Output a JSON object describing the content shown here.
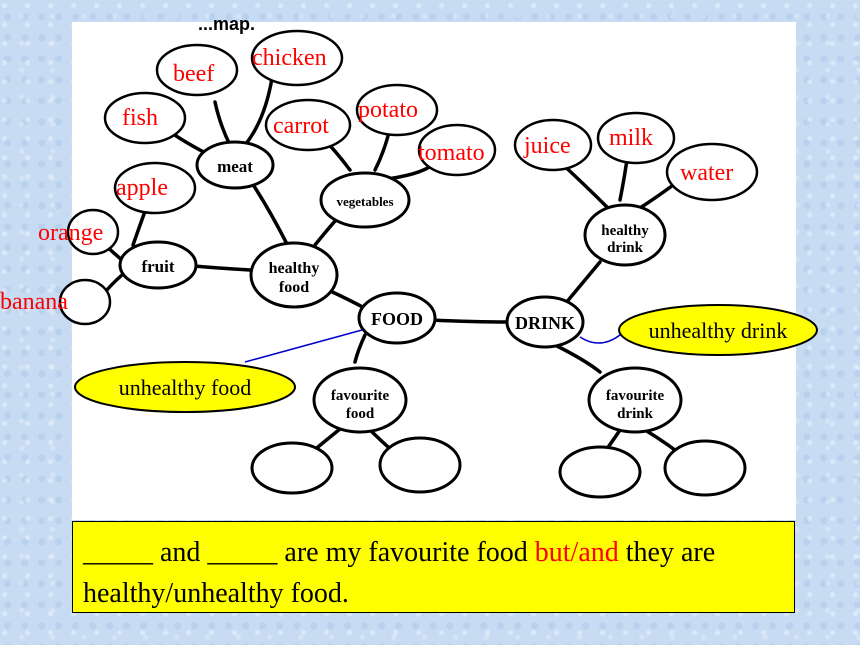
{
  "header_fragment": "...map.",
  "nodes": {
    "food": "FOOD",
    "drink": "DRINK",
    "healthy_food": [
      "healthy",
      "food"
    ],
    "healthy_drink": [
      "healthy",
      "drink"
    ],
    "favourite_food": [
      "favourite",
      "food"
    ],
    "favourite_drink": [
      "favourite",
      "drink"
    ],
    "meat": "meat",
    "vegetables": "vegetables",
    "fruit": "fruit"
  },
  "words": {
    "beef": "beef",
    "chicken": "chicken",
    "fish": "fish",
    "carrot": "carrot",
    "potato": "potato",
    "tomato": "tomato",
    "apple": "apple",
    "orange": "orange",
    "banana": "banana",
    "juice": "juice",
    "milk": "milk",
    "water": "water"
  },
  "callouts": {
    "unhealthy_food": "unhealthy food",
    "unhealthy_drink": "unhealthy drink"
  },
  "sentence": {
    "part1": "_____ and _____ are my favourite food ",
    "highlight": "but/and",
    "part2": " they are healthy/unhealthy food."
  },
  "colors": {
    "word_red": "#ff0000",
    "callout_yellow": "#ffff00",
    "connector_blue": "#0000cc"
  }
}
